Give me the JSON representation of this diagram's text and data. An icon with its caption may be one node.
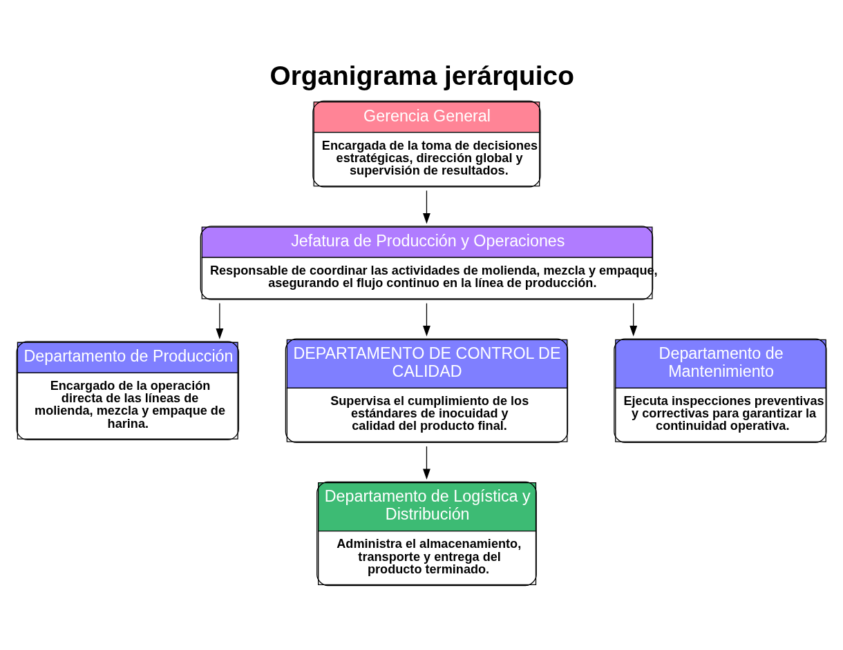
{
  "diagram": {
    "title": "Organigrama jerárquico",
    "nodes": [
      {
        "text": [
          "Gerencia General",
          "Encargada de la toma de decisiones estratégicas, dirección global y supervisión de resultados."
        ]
      },
      {
        "text": [
          "Jefatura de Producción y Operaciones",
          "Responsable de coordinar las actividades de molienda, mezcla y empaque, asegurando el flujo continuo en la línea de producción."
        ]
      },
      {
        "text": [
          "Departamento de Producción",
          "Encargado de la operación directa de las líneas de molienda, mezcla y empaque de harina."
        ]
      },
      {
        "text": [
          "DEPARTAMENTO DE CONTROL DE CALIDAD",
          "Supervisa el cumplimiento de los estándares de inocuidad y calidad del producto final."
        ]
      },
      {
        "text": [
          "Departamento de Mantenimiento",
          "Ejecuta inspecciones preventivas y correctivas para garantizar la continuidad operativa."
        ]
      },
      {
        "text": [
          "Departamento de Logística y Distribución",
          "Administra el almacenamiento, transporte y entrega del producto terminado."
        ]
      }
    ],
    "edges": [
      {
        "from": 0,
        "to": 1,
        "arrow": "to"
      },
      {
        "from": 1,
        "to": 2,
        "arrow": "to"
      },
      {
        "from": 1,
        "to": 3,
        "arrow": "to"
      },
      {
        "from": 1,
        "to": 4,
        "arrow": "to"
      },
      {
        "from": 3,
        "to": 5,
        "arrow": "to"
      }
    ]
  }
}
